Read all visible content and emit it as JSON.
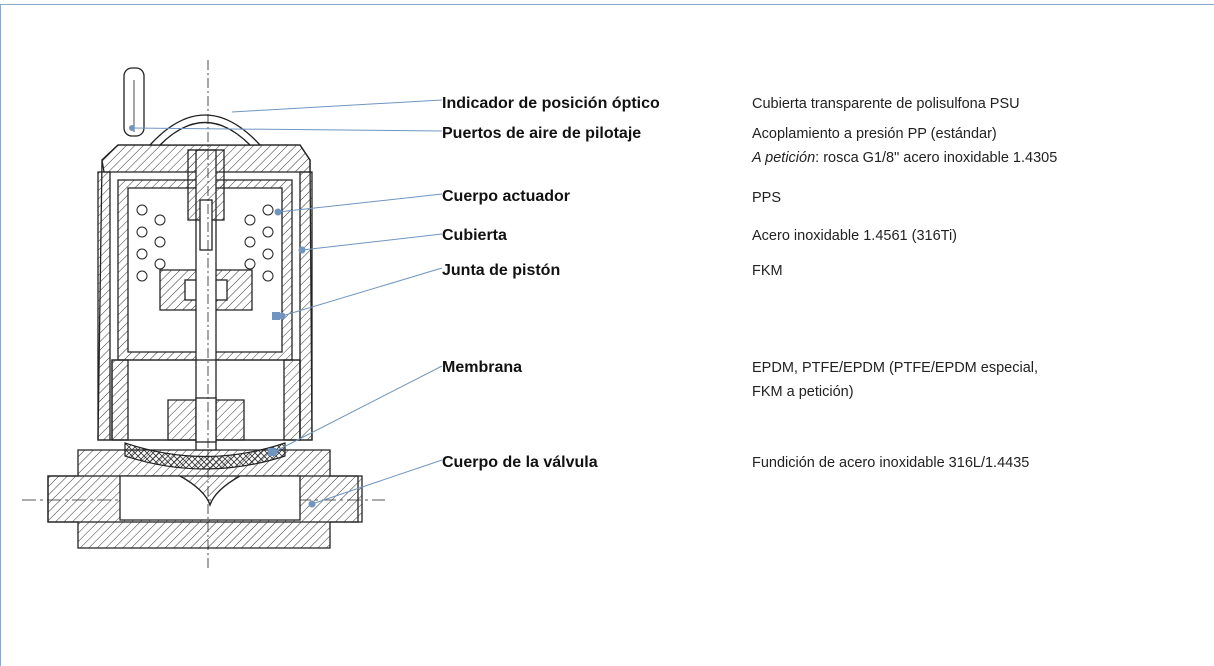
{
  "parts": [
    {
      "label": "Indicador de posición óptico",
      "desc_lines": [
        "Cubierta transparente de polisulfona PSU"
      ]
    },
    {
      "label": "Puertos de aire de pilotaje",
      "desc_lines": [
        "Acoplamiento a presión PP (estándar)"
      ],
      "desc_extra": {
        "italic": "A petición",
        "rest": ": rosca G1/8\" acero inoxidable 1.4305"
      }
    },
    {
      "label": "Cuerpo actuador",
      "desc_lines": [
        "PPS"
      ]
    },
    {
      "label": "Cubierta",
      "desc_lines": [
        "Acero inoxidable 1.4561 (316Ti)"
      ]
    },
    {
      "label": "Junta de pistón",
      "desc_lines": [
        "FKM"
      ]
    },
    {
      "label": "Membrana",
      "desc_lines": [
        "EPDM, PTFE/EPDM (PTFE/EPDM especial,",
        "FKM a petición)"
      ]
    },
    {
      "label": "Cuerpo de la válvula",
      "desc_lines": [
        "Fundición de acero inoxidable 316L/1.4435"
      ]
    }
  ],
  "colors": {
    "leader": "#6f95c0",
    "frame": "#8ea9c6",
    "ink": "#222222"
  }
}
